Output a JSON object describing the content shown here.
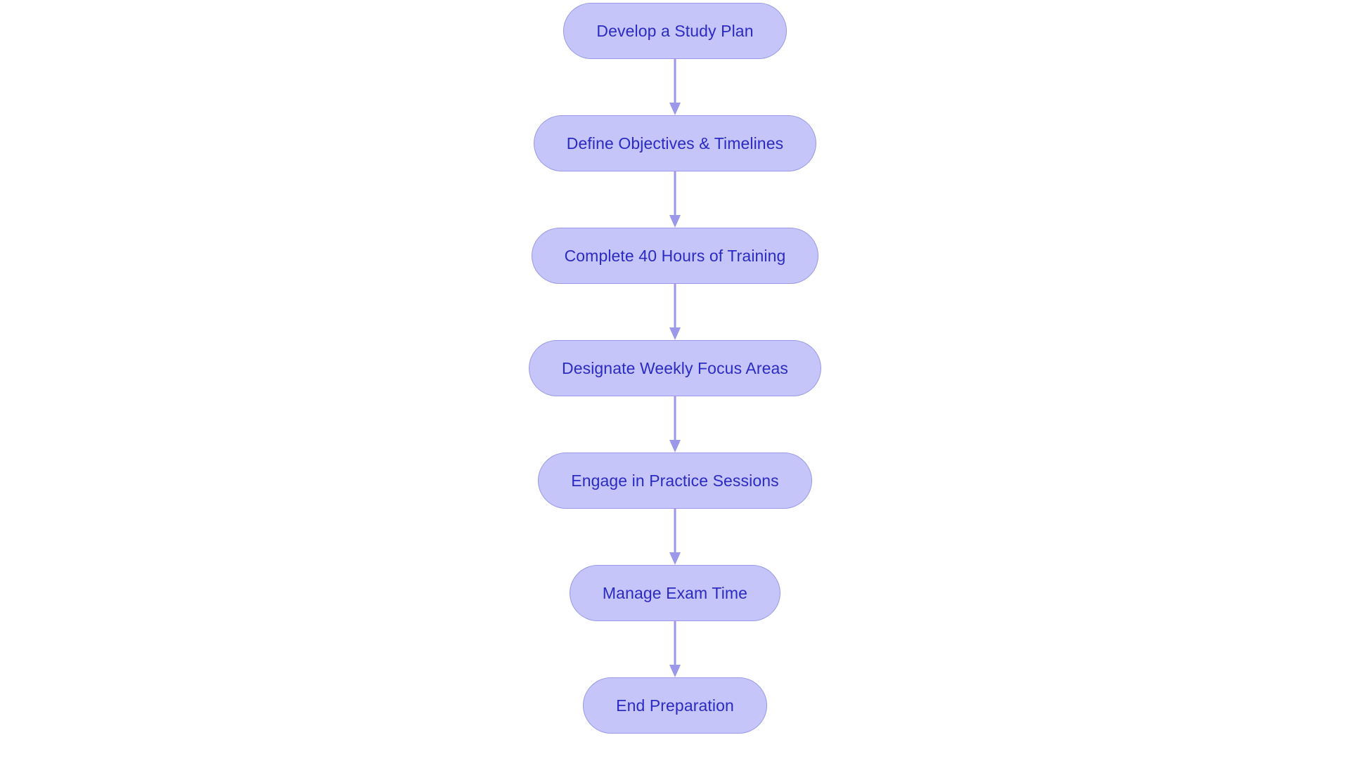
{
  "diagram": {
    "type": "flowchart",
    "orientation": "vertical",
    "background_color": "#ffffff",
    "node_fill_color": "#c5c5fa",
    "node_border_color": "#9999e8",
    "node_text_color": "#2b2bc4",
    "connector_color": "#9999e8",
    "nodes": [
      {
        "id": "n1",
        "label": "Develop a Study Plan"
      },
      {
        "id": "n2",
        "label": "Define Objectives & Timelines"
      },
      {
        "id": "n3",
        "label": "Complete 40 Hours of Training"
      },
      {
        "id": "n4",
        "label": "Designate Weekly Focus Areas"
      },
      {
        "id": "n5",
        "label": "Engage in Practice Sessions"
      },
      {
        "id": "n6",
        "label": "Manage Exam Time"
      },
      {
        "id": "n7",
        "label": "End Preparation"
      }
    ],
    "edges": [
      {
        "from": "n1",
        "to": "n2"
      },
      {
        "from": "n2",
        "to": "n3"
      },
      {
        "from": "n3",
        "to": "n4"
      },
      {
        "from": "n4",
        "to": "n5"
      },
      {
        "from": "n5",
        "to": "n6"
      },
      {
        "from": "n6",
        "to": "n7"
      }
    ]
  }
}
